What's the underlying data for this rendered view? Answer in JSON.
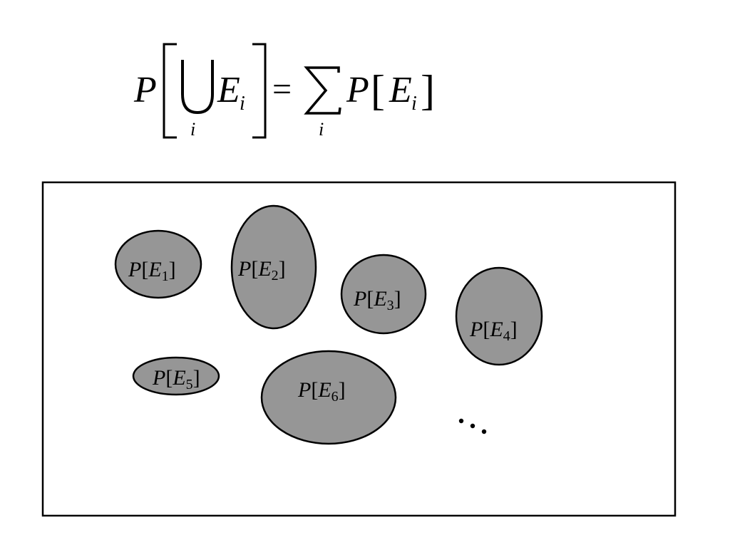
{
  "formula": {
    "lhs_prob": "P",
    "union_set": "E",
    "union_sub": "i",
    "union_index": "i",
    "equals": "=",
    "sum_index": "i",
    "rhs_prob": "P",
    "rhs_open": "[",
    "rhs_set": "E",
    "rhs_sub": "i",
    "rhs_close": "]"
  },
  "events": [
    {
      "prob": "P",
      "open": "[",
      "set": "E",
      "sub": "1",
      "close": "]"
    },
    {
      "prob": "P",
      "open": "[",
      "set": "E",
      "sub": "2",
      "close": "]"
    },
    {
      "prob": "P",
      "open": "[",
      "set": "E",
      "sub": "3",
      "close": "]"
    },
    {
      "prob": "P",
      "open": "[",
      "set": "E",
      "sub": "4",
      "close": "]"
    },
    {
      "prob": "P",
      "open": "[",
      "set": "E",
      "sub": "5",
      "close": "]"
    },
    {
      "prob": "P",
      "open": "[",
      "set": "E",
      "sub": "6",
      "close": "]"
    }
  ],
  "colors": {
    "event_fill": "#969696",
    "stroke": "#000000",
    "background": "#ffffff"
  }
}
